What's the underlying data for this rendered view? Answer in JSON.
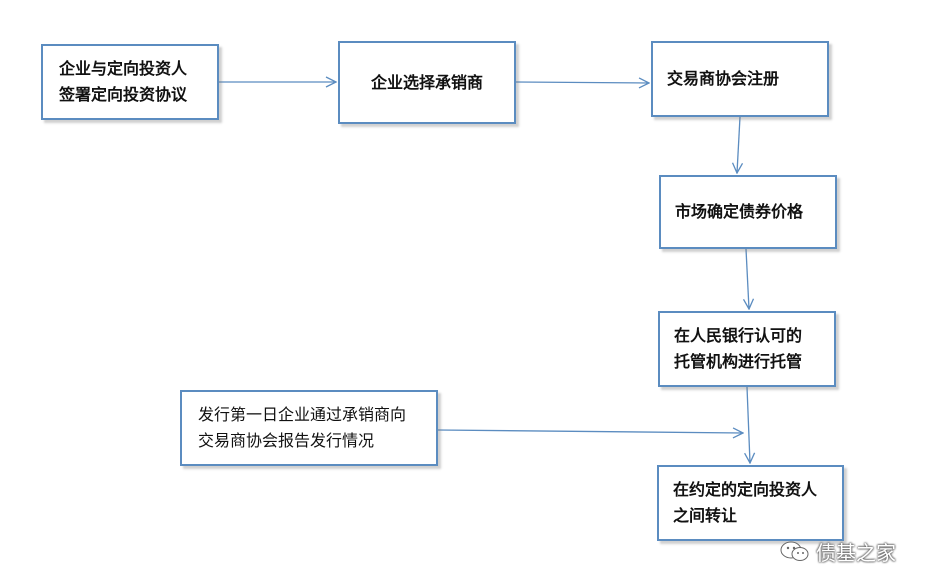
{
  "flowchart": {
    "nodes": [
      {
        "id": "b1",
        "label": "企业与定向投资人\n签署定向投资协议"
      },
      {
        "id": "b2",
        "label": "企业选择承销商"
      },
      {
        "id": "b3",
        "label": "交易商协会注册"
      },
      {
        "id": "b4",
        "label": "市场确定债券价格"
      },
      {
        "id": "b5",
        "label": "在人民银行认可的\n托管机构进行托管"
      },
      {
        "id": "b6",
        "label": "发行第一日企业通过承销商向\n交易商协会报告发行情况"
      },
      {
        "id": "b7",
        "label": "在约定的定向投资人\n之间转让"
      }
    ],
    "edges": [
      {
        "from": "b1",
        "to": "b2"
      },
      {
        "from": "b2",
        "to": "b3"
      },
      {
        "from": "b3",
        "to": "b4"
      },
      {
        "from": "b4",
        "to": "b5"
      },
      {
        "from": "b5",
        "to": "b7"
      },
      {
        "from": "b6",
        "to": "b5-b7 connector"
      }
    ],
    "colors": {
      "border": "#5b8cc0",
      "arrow": "#5b8cc0"
    }
  },
  "watermark": {
    "text": "债基之家",
    "icon": "wechat-icon"
  }
}
